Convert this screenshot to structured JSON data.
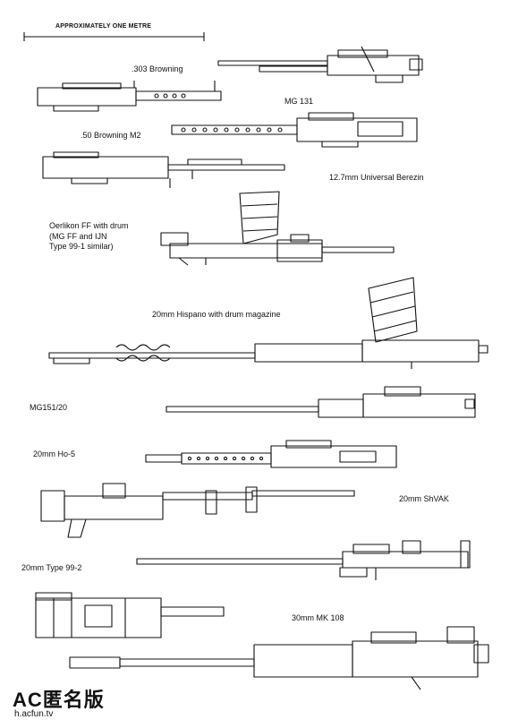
{
  "scale": {
    "label": "APPROXIMATELY ONE METRE"
  },
  "weapons": [
    {
      "label": ".303 Browning"
    },
    {
      "label": "MG 131"
    },
    {
      "label": ".50 Browning M2"
    },
    {
      "label": "12.7mm Universal Berezin"
    },
    {
      "label": "Oerlikon FF with drum"
    },
    {
      "label": "(MG FF and IJN"
    },
    {
      "label": "Type 99-1 similar)"
    },
    {
      "label": "20mm Hispano with drum magazine"
    },
    {
      "label": "MG151/20"
    },
    {
      "label": "20mm Ho-5"
    },
    {
      "label": "20mm ShVAK"
    },
    {
      "label": "20mm Type 99-2"
    },
    {
      "label": "30mm MK 108"
    }
  ],
  "watermark": {
    "text": "AC匿名版",
    "url": "h.acfun.tv"
  },
  "colors": {
    "ink": "#111111",
    "background": "#ffffff"
  }
}
